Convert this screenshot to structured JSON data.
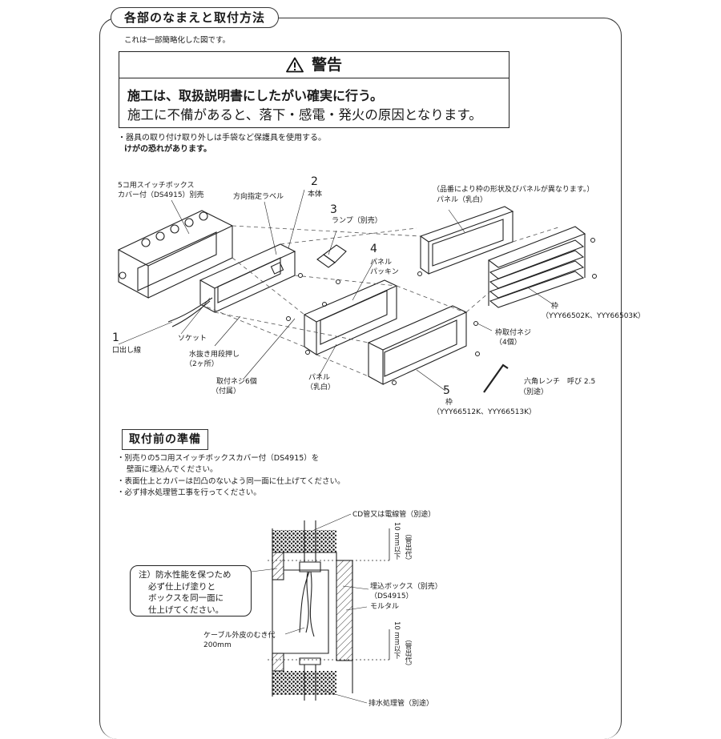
{
  "section": {
    "title": "各部のなまえと取付方法",
    "note": "これは一部簡略化した図です。"
  },
  "warning": {
    "heading": "警告",
    "line1": "施工は、取扱説明書にしたがい確実に行う。",
    "line2": "施工に不備があると、落下・感電・発火の原因となります。"
  },
  "caution": {
    "line1": "・器具の取り付け取り外しは手袋など保護具を使用する。",
    "line2": "けがの恐れがあります。"
  },
  "parts": {
    "box_l1": "5コ用スイッチボックス",
    "box_l2": "カバー付（DS4915）別売",
    "label_dir": "方向指定ラベル",
    "n2": "2",
    "body": "本体",
    "n3": "3",
    "lamp": "ランプ（別売）",
    "n4": "4",
    "packing_l1": "パネル",
    "packing_l2": "パッキン",
    "variant_note": "（品番により枠の形状及びパネルが異なります。）",
    "panel_top": "パネル（乳白）",
    "frame_louver": "枠",
    "frame_louver_models": "（YYY66502K、YYY66503K）",
    "frame_screw_l1": "枠取付ネジ",
    "frame_screw_l2": "（4個）",
    "n1": "1",
    "lead": "口出し線",
    "socket": "ソケット",
    "drain_l1": "水抜き用段押し",
    "drain_l2": "（2ヶ所）",
    "screws_l1": "取付ネジ6個",
    "screws_l2": "（付属）",
    "panel_l1": "パネル",
    "panel_l2": "（乳白）",
    "wrench_l1": "六角レンチ　呼び 2.5",
    "wrench_l2": "（別途）",
    "n5": "5",
    "frame": "枠",
    "frame_models": "（YYY66512K、YYY66513K）"
  },
  "prep": {
    "title": "取付前の準備",
    "l1": "・別売りの5コ用スイッチボックスカバー付（DS4915）を",
    "l2": "壁面に埋込んでください。",
    "l3": "・表面仕上とカバーは凹凸のないよう同一面に仕上げてください。",
    "l4": "・必ず排水処理管工事を行ってください。"
  },
  "section_diagram": {
    "cd_pipe": "CD管又は電線管（別途）",
    "dim_top_a": "10 mm以下",
    "dim_top_b": "（管出代）",
    "embed_l1": "埋込ボックス（別売）",
    "embed_l2": "（DS4915）",
    "mortar": "モルタル",
    "dim_bot_a": "10 mm以下",
    "dim_bot_b": "（管出代）",
    "cable_l1": "ケーブル外皮のむき代",
    "cable_l2": "200mm",
    "drain_pipe": "排水処理管（別途）",
    "callout_l1": "注）防水性能を保つため",
    "callout_l2": "必ず仕上げ塗りと",
    "callout_l3": "ボックスを同一面に",
    "callout_l4": "仕上げてください。"
  },
  "icons": {
    "warning": "warning-triangle-icon"
  }
}
